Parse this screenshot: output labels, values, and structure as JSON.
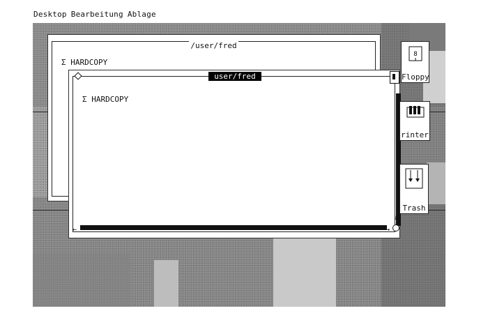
{
  "menubar": {
    "items": [
      "Desktop",
      "Bearbeitung",
      "Ablage"
    ]
  },
  "windows": {
    "back": {
      "title": "/user/fred",
      "item": "Σ HARDCOPY"
    },
    "front": {
      "title": "user/fred",
      "item": "Σ HARDCOPY"
    }
  },
  "desktop_icons": [
    {
      "name": "floppy",
      "label": "Floppy"
    },
    {
      "name": "printer",
      "label": "rinter"
    },
    {
      "name": "trash",
      "label": "Trash"
    }
  ]
}
